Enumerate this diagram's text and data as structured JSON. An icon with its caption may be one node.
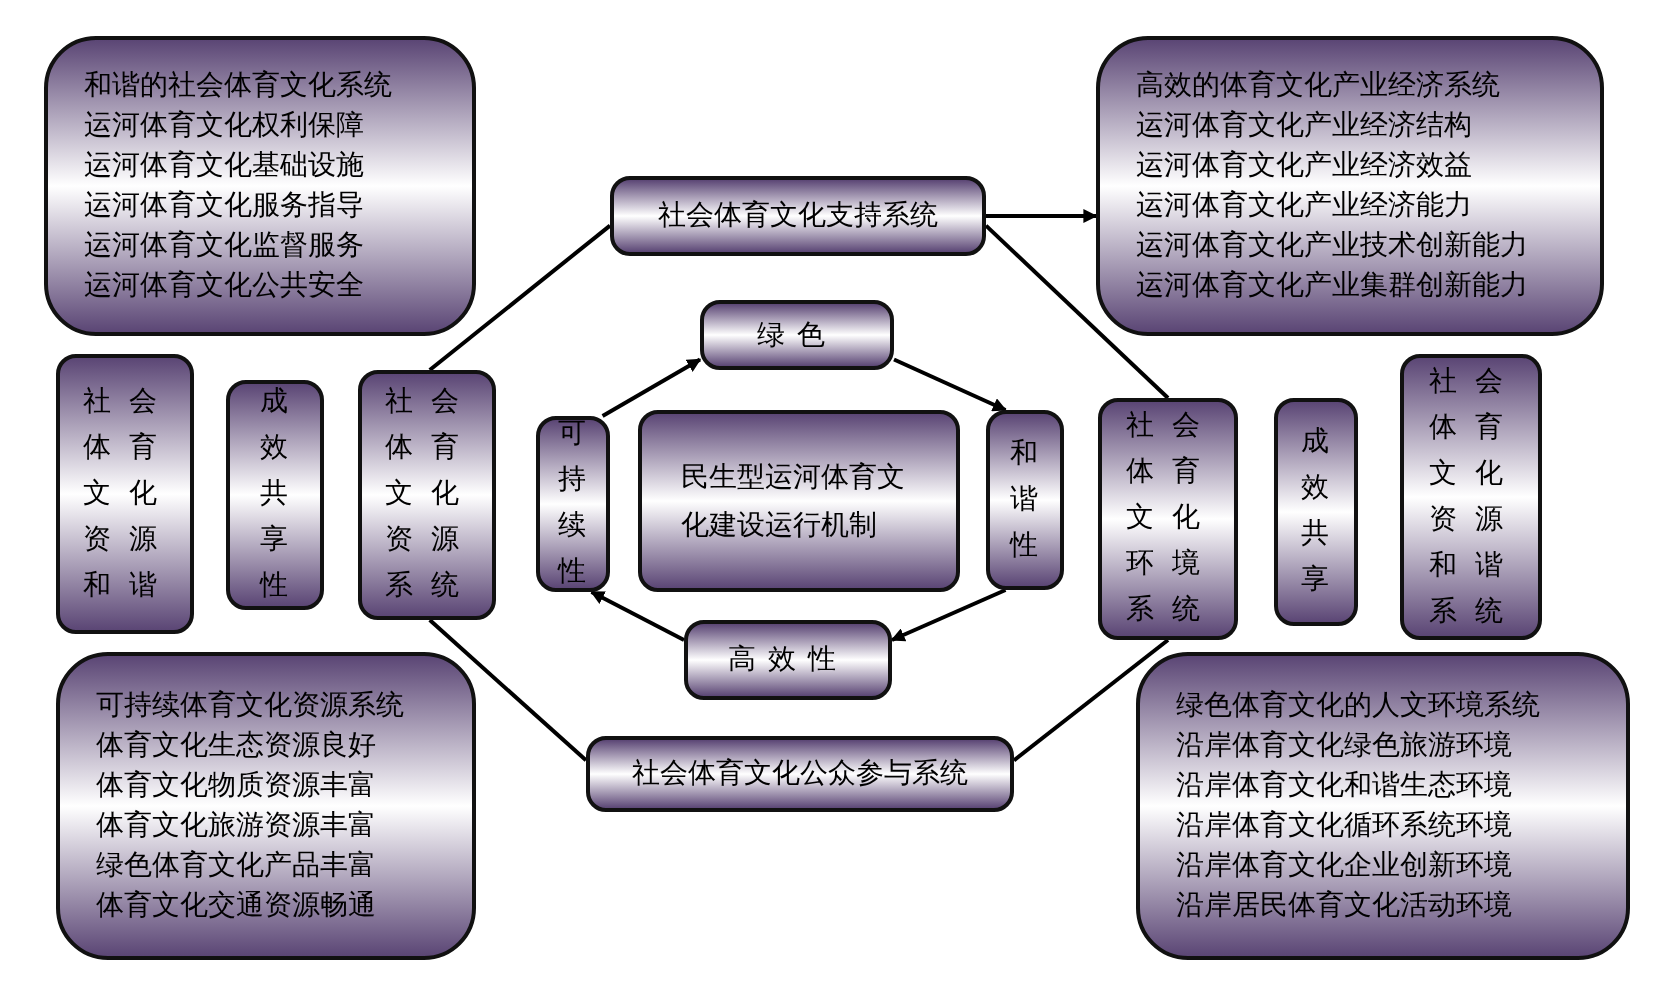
{
  "diagram": {
    "nodes": [
      {
        "text": [
          "和谐的社会体育文化系统",
          "运河体育文化权利保障",
          "运河体育文化基础设施",
          "运河体育文化服务指导",
          "运河体育文化监督服务",
          "运河体育文化公共安全"
        ]
      },
      {
        "text": [
          "社会体育文化支持系统"
        ]
      },
      {
        "text": [
          "高效的体育文化产业经济系统",
          "运河体育文化产业经济结构",
          "运河体育文化产业经济效益",
          "运河体育文化产业经济能力",
          "运河体育文化产业技术创新能力",
          "运河体育文化产业集群创新能力"
        ]
      },
      {
        "text": [
          "社会体育文化资源和谐"
        ]
      },
      {
        "text": [
          "成效共享性"
        ]
      },
      {
        "text": [
          "社会体育文化资源系统"
        ]
      },
      {
        "text": [
          "可持续性"
        ]
      },
      {
        "text": [
          "绿色"
        ]
      },
      {
        "text": [
          "民生型运河体育文化建设运行机制"
        ]
      },
      {
        "text": [
          "和谐性"
        ]
      },
      {
        "text": [
          "高效性"
        ]
      },
      {
        "text": [
          "社会体育文化环境系统"
        ]
      },
      {
        "text": [
          "成效共享"
        ]
      },
      {
        "text": [
          "社会体育文化资源和谐系统"
        ]
      },
      {
        "text": [
          "社会体育文化公众参与系统"
        ]
      },
      {
        "text": [
          "可持续体育文化资源系统",
          "体育文化生态资源良好",
          "体育文化物质资源丰富",
          "体育文化旅游资源丰富",
          "绿色体育文化产品丰富",
          "体育文化交通资源畅通"
        ]
      },
      {
        "text": [
          "绿色体育文化的人文环境系统",
          "沿岸体育文化绿色旅游环境",
          "沿岸体育文化和谐生态环境",
          "沿岸体育文化循环系统环境",
          "沿岸体育文化企业创新环境",
          "沿岸居民体育文化活动环境"
        ]
      }
    ],
    "edges": [
      {
        "from": 1,
        "to": 2,
        "arrow": "to"
      },
      {
        "from": 1,
        "to": 5,
        "arrow": "none"
      },
      {
        "from": 1,
        "to": 11,
        "arrow": "none"
      },
      {
        "from": 5,
        "to": 14,
        "arrow": "none"
      },
      {
        "from": 14,
        "to": 11,
        "arrow": "none"
      },
      {
        "from": 6,
        "to": 7,
        "arrow": "to"
      },
      {
        "from": 7,
        "to": 9,
        "arrow": "to"
      },
      {
        "from": 9,
        "to": 10,
        "arrow": "to"
      },
      {
        "from": 10,
        "to": 6,
        "arrow": "to"
      }
    ]
  }
}
